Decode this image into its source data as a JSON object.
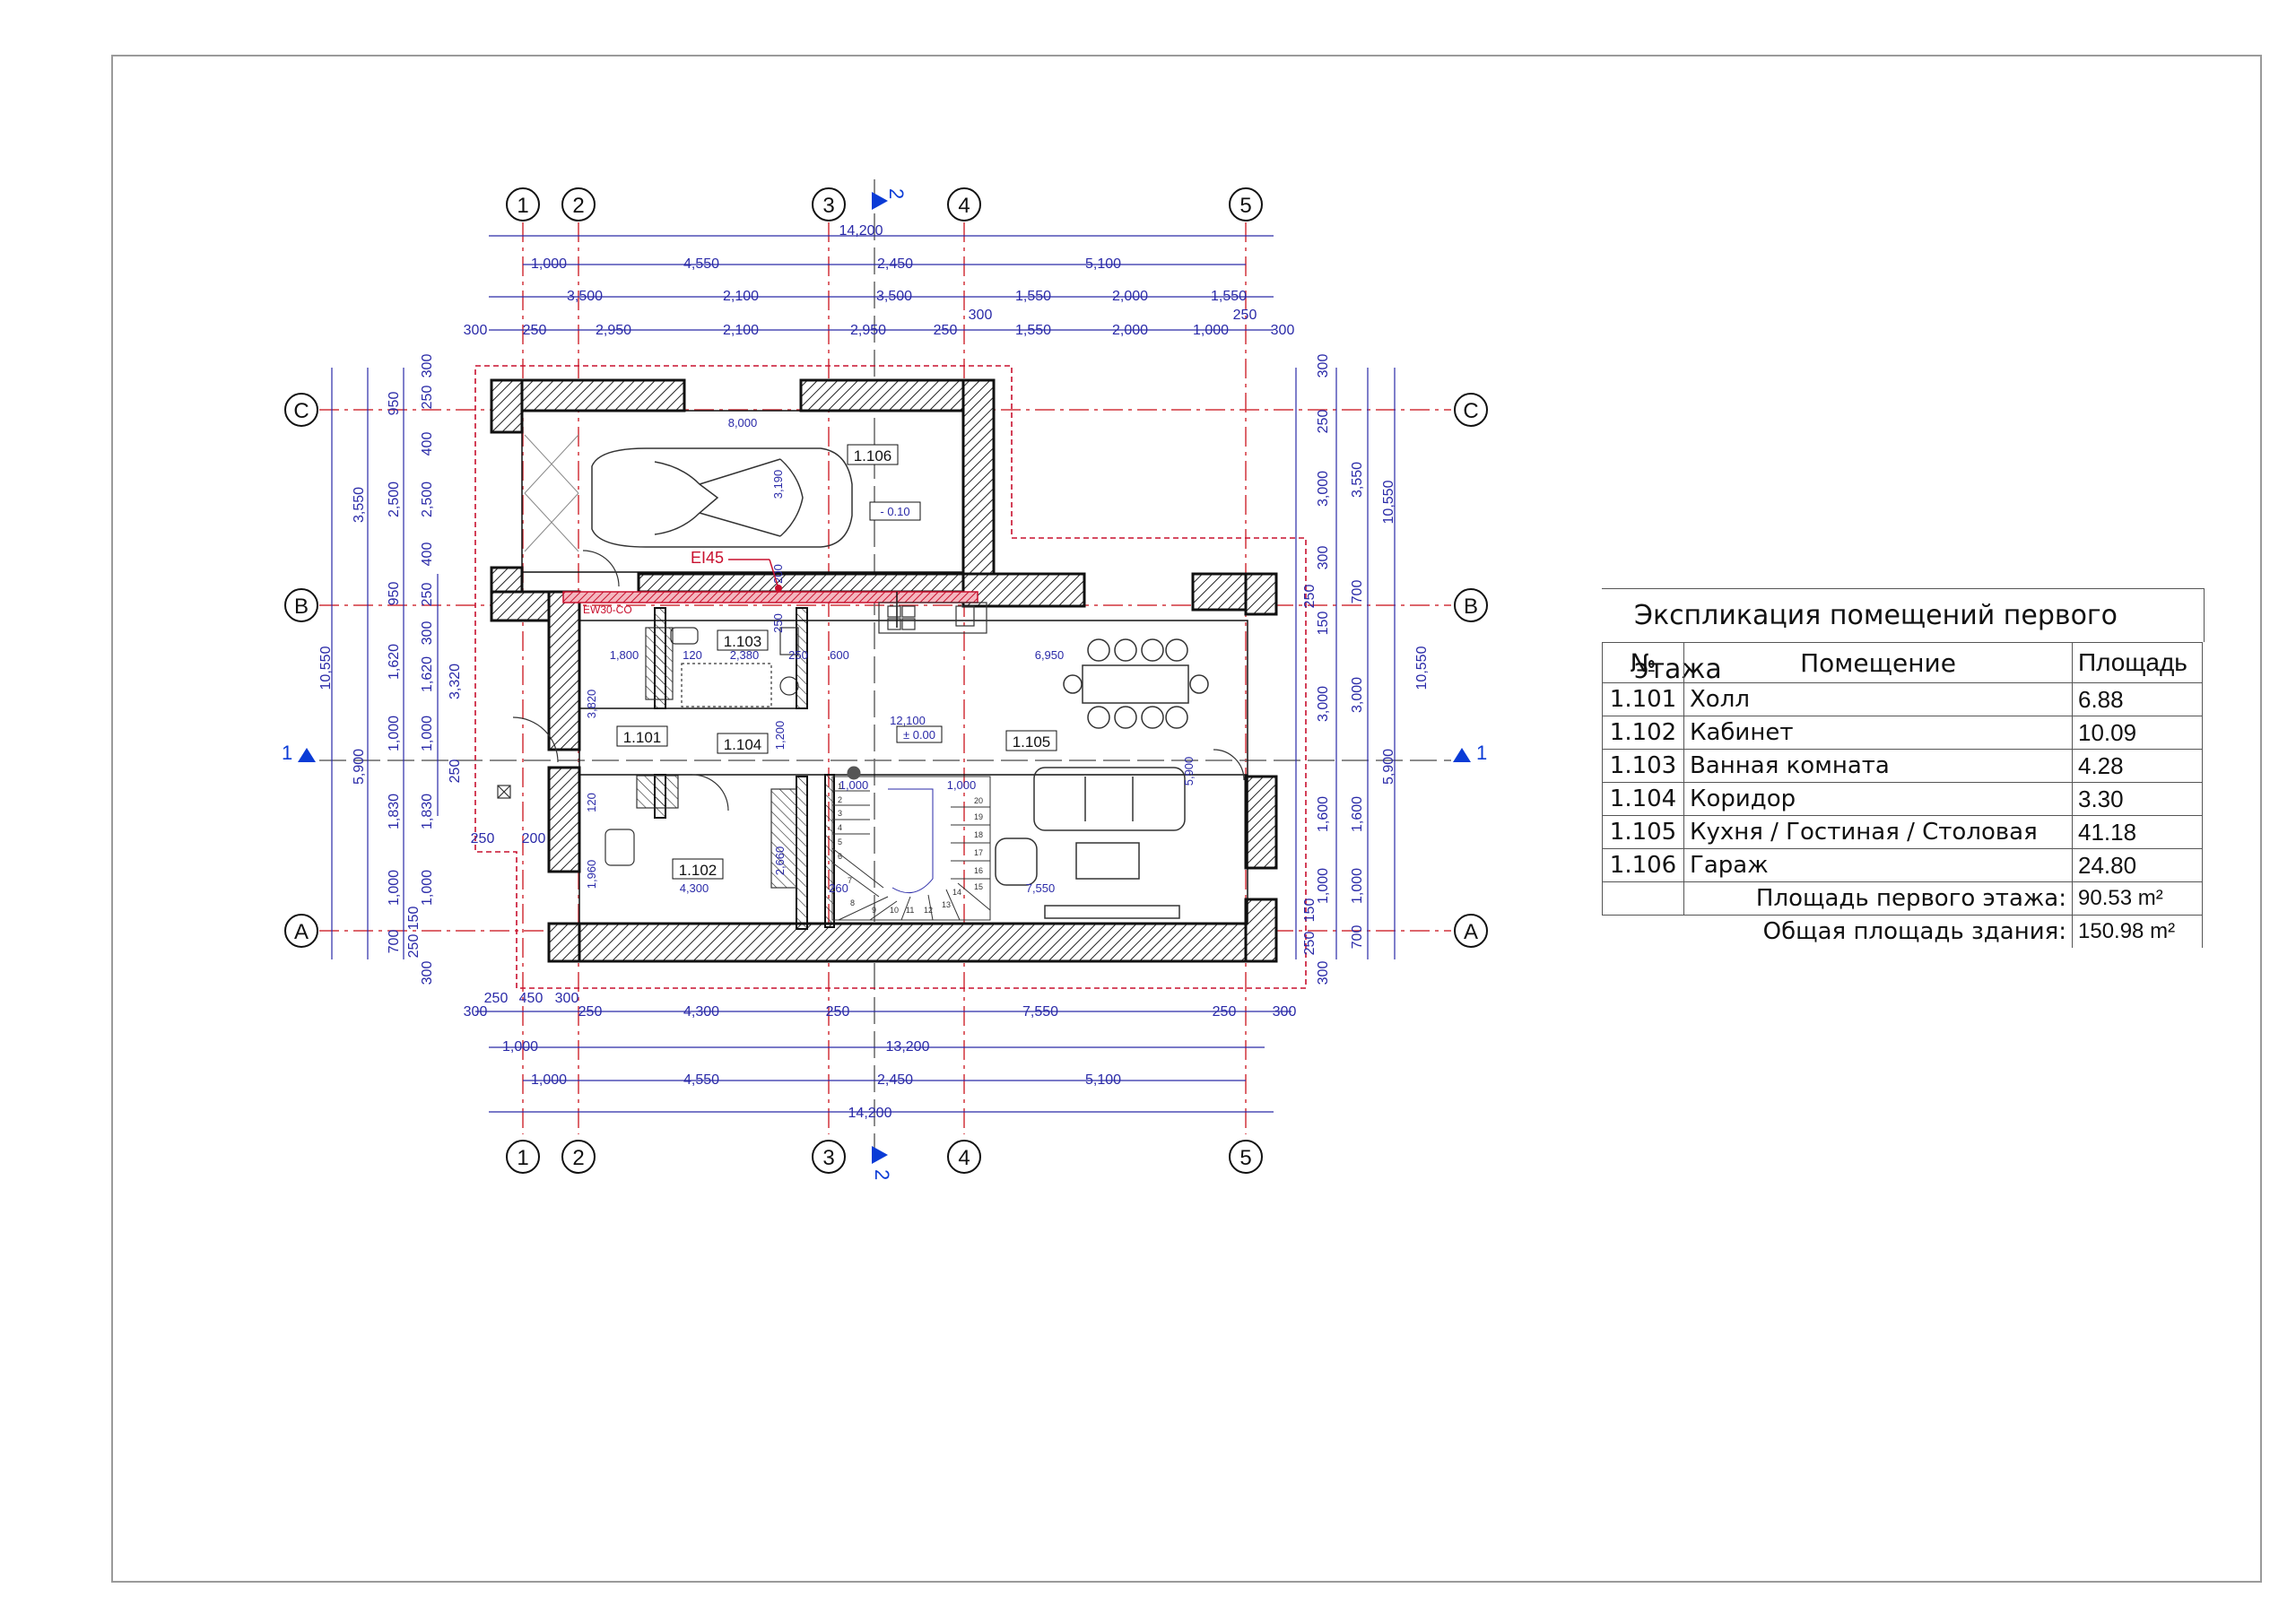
{
  "axes": {
    "columns": [
      "1",
      "2",
      "3",
      "4",
      "5"
    ],
    "rows": [
      "C",
      "B",
      "A"
    ]
  },
  "section_marks": {
    "vertical": "2",
    "horizontal": "1"
  },
  "dimensions": {
    "top_overall": "14,200",
    "top_axes": [
      "1,000",
      "4,550",
      "2,450",
      "5,100"
    ],
    "top_second": [
      "3,500",
      "2,100",
      "3,500",
      "1,550",
      "2,000",
      "1,550"
    ],
    "top_third": [
      "300",
      "250",
      "2,950",
      "2,100",
      "2,950",
      "250",
      "300",
      "1,550",
      "2,000",
      "1,000",
      "250",
      "300"
    ],
    "bottom_first": [
      "300",
      "250",
      "450",
      "300",
      "250",
      "4,300",
      "250",
      "7,550",
      "250",
      "300"
    ],
    "bottom_second": [
      "1,000",
      "13,200"
    ],
    "bottom_axes": [
      "1,000",
      "4,550",
      "2,450",
      "5,100"
    ],
    "bottom_overall": "14,200",
    "left_outer": [
      "3,550",
      "10,550",
      "5,900"
    ],
    "left_mid": [
      "950",
      "2,500",
      "950",
      "1,620",
      "1,000",
      "1,830",
      "1,000",
      "700"
    ],
    "left_inner": [
      "300",
      "250",
      "400",
      "2,500",
      "400",
      "250",
      "300",
      "1,620",
      "1,000",
      "1,830",
      "1,000",
      "150",
      "250",
      "300"
    ],
    "left_extra": [
      "3,320",
      "250"
    ],
    "right_inner": [
      "300",
      "250",
      "3,000",
      "300",
      "250",
      "150",
      "3,000",
      "1,600",
      "1,000",
      "150",
      "250",
      "300"
    ],
    "right_mid": [
      "3,550",
      "700",
      "3,000",
      "1,600",
      "1,000",
      "700"
    ],
    "right_outer": [
      "10,550",
      "5,900"
    ],
    "interior": [
      "8,000",
      "3,190",
      "1,800",
      "120",
      "2,380",
      "250",
      "600",
      "6,950",
      "3,820",
      "12,100",
      "1,200",
      "1,000",
      "1,000",
      "2,660",
      "1,960",
      "4,300",
      "7,550",
      "5,900",
      "260",
      "120",
      "200",
      "250",
      "200"
    ],
    "level": "- 0.10",
    "zero_level": "± 0.00"
  },
  "rooms": {
    "r1101": "1.101",
    "r1102": "1.102",
    "r1103": "1.103",
    "r1104": "1.104",
    "r1105": "1.105",
    "r1106": "1.106"
  },
  "fire_labels": {
    "ei45": "EI45",
    "ew30": "EW30-CO"
  },
  "stairs": [
    "1",
    "2",
    "3",
    "4",
    "5",
    "6",
    "7",
    "8",
    "9",
    "10",
    "11",
    "12",
    "13",
    "14",
    "15",
    "16",
    "17",
    "18",
    "19",
    "20"
  ],
  "legend": {
    "title": "Экспликация помещений первого этажа",
    "headers": {
      "no": "№",
      "name": "Помещение",
      "area": "Площадь"
    },
    "rows": [
      {
        "no": "1.101",
        "name": "Холл",
        "area": "6.88"
      },
      {
        "no": "1.102",
        "name": "Кабинет",
        "area": "10.09"
      },
      {
        "no": "1.103",
        "name": "Ванная комната",
        "area": "4.28"
      },
      {
        "no": "1.104",
        "name": "Коридор",
        "area": "3.30"
      },
      {
        "no": "1.105",
        "name": "Кухня / Гостиная / Столовая",
        "area": "41.18"
      },
      {
        "no": "1.106",
        "name": "Гараж",
        "area": "24.80"
      }
    ],
    "floor_total_label": "Площадь первого этажа:",
    "floor_total_value": "90.53 m²",
    "building_total_label": "Общая площадь здания:",
    "building_total_value": "150.98 m²"
  },
  "colors": {
    "dimension": "#2a2aa8",
    "axis_line": "#d2343c",
    "wall": "#222222",
    "fire": "#c8102e",
    "marker": "#0a3bd6"
  }
}
